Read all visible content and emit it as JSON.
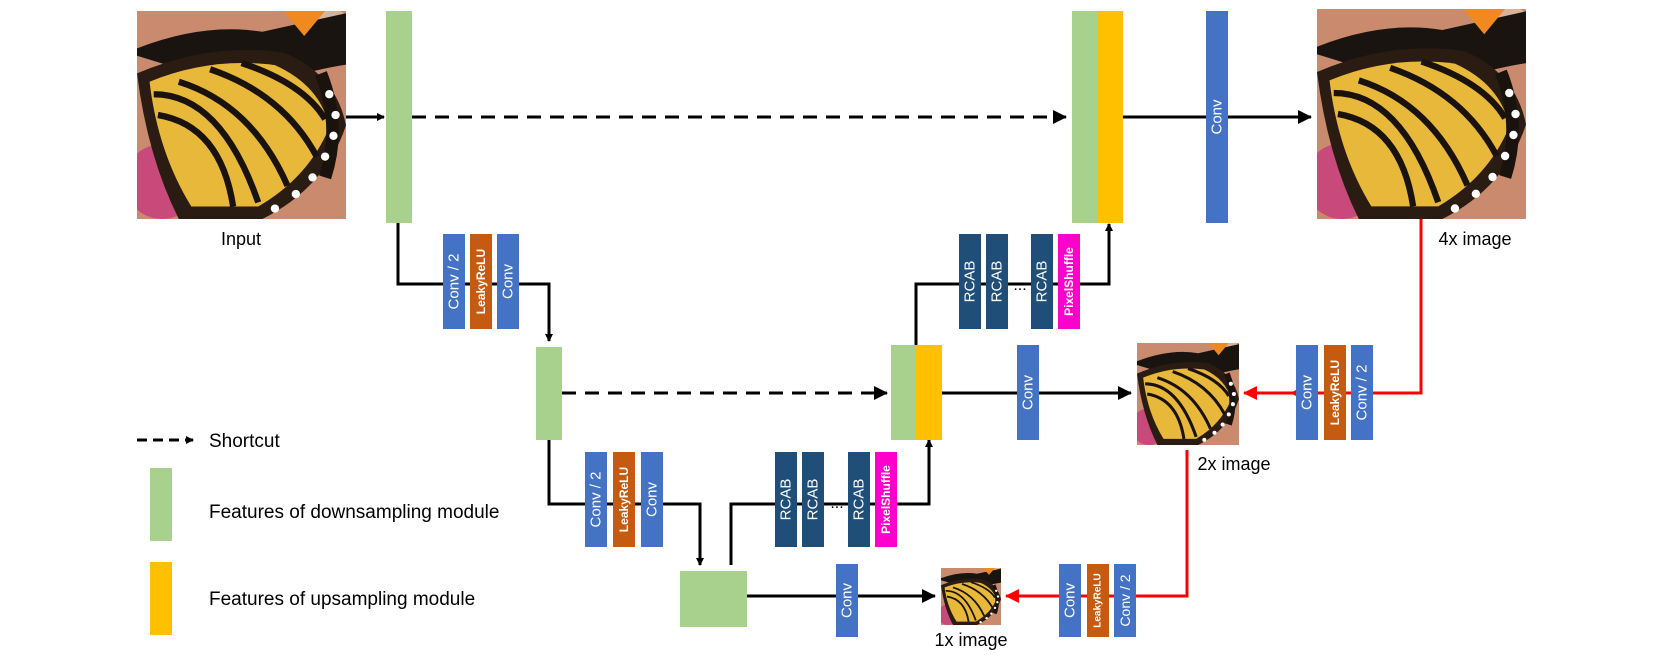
{
  "labels": {
    "input": "Input",
    "out4x": "4x image",
    "out2x": "2x image",
    "out1x": "1x image"
  },
  "blocks": {
    "conv": "Conv",
    "conv_half": "Conv / 2",
    "leaky": "LeakyReLU",
    "rcab": "RCAB",
    "pixelshuffle": "PixelShuffle",
    "ellipsis": "..."
  },
  "legend": {
    "shortcut": "Shortcut",
    "down": "Features of downsampling module",
    "up": "Features of upsampling module"
  },
  "colors": {
    "green": "#a9d18e",
    "yellow": "#ffc000",
    "blue": "#4472c4",
    "navy": "#1f4e79",
    "orange": "#c55a11",
    "magenta": "#ff00cc",
    "red": "#ff0000",
    "black": "#000000"
  }
}
